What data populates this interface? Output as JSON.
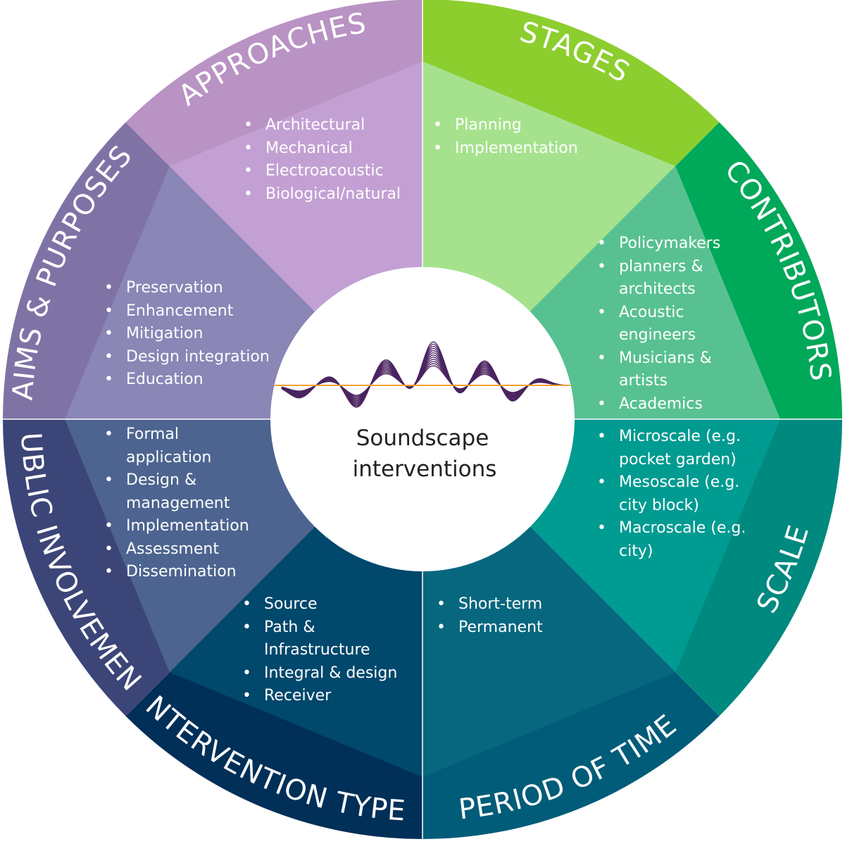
{
  "center": {
    "title_line1": "Soundscape",
    "title_line2": "interventions",
    "icon": "sound-wave-icon",
    "wave_color": "#4a2460",
    "baseline_color": "#f0a030"
  },
  "sectors": [
    {
      "id": "stages",
      "title": "STAGES",
      "outer_color": "#8cce2e",
      "inner_color": "#a6e28e",
      "items": [
        "Planning",
        "Implementation"
      ]
    },
    {
      "id": "contributors",
      "title": "CONTRIBUTORS",
      "outer_color": "#00a859",
      "inner_color": "#58c191",
      "items": [
        "Policymakers",
        "planners & architects",
        "Acoustic engineers",
        "Musicians & artists",
        "Academics"
      ]
    },
    {
      "id": "scale",
      "title": "SCALE",
      "outer_color": "#00897f",
      "inner_color": "#009b91",
      "items": [
        "Microscale (e.g. pocket garden)",
        "Mesoscale (e.g. city block)",
        "Macroscale (e.g. city)"
      ]
    },
    {
      "id": "period-of-time",
      "title": "PERIOD OF TIME",
      "outer_color": "#005c78",
      "inner_color": "#06677f",
      "items": [
        "Short-term",
        "Permanent"
      ]
    },
    {
      "id": "intervention-types",
      "title": "INTERVENTION TYPES",
      "outer_color": "#002f58",
      "inner_color": "#00486c",
      "items": [
        "Source",
        "Path & Infrastructure",
        "Integral & design",
        "Receiver"
      ]
    },
    {
      "id": "public-involvement",
      "title": "PUBLIC INVOLVEMENT",
      "outer_color": "#3c4577",
      "inner_color": "#4c648f",
      "items": [
        "Formal application",
        "Design & management",
        "Implementation",
        "Assessment",
        "Dissemination"
      ]
    },
    {
      "id": "aims-purposes",
      "title": "AIMS & PURPOSES",
      "outer_color": "#7f73a6",
      "inner_color": "#8a86b6",
      "items": [
        "Preservation",
        "Enhancement",
        "Mitigation",
        "Design integration",
        "Education"
      ]
    },
    {
      "id": "approaches",
      "title": "APPROACHES",
      "outer_color": "#b993c3",
      "inner_color": "#c3a0d3",
      "items": [
        "Architectural",
        "Mechanical",
        "Electroacoustic",
        "Biological/natural"
      ]
    }
  ]
}
